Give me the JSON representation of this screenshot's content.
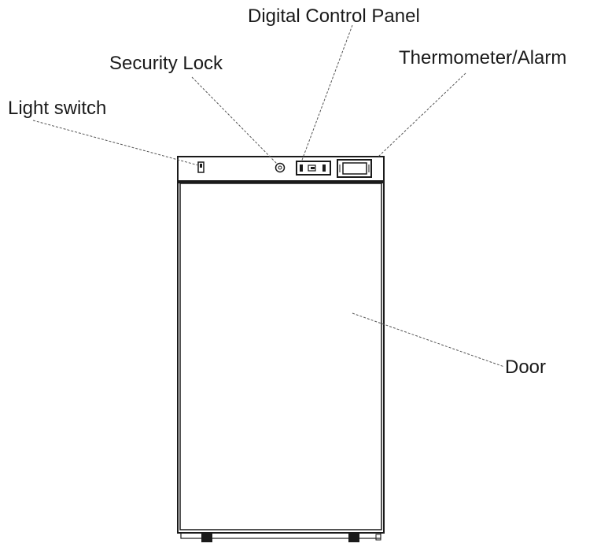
{
  "labels": {
    "digital_control_panel": "Digital Control Panel",
    "security_lock": "Security Lock",
    "thermometer_alarm": "Thermometer/Alarm",
    "light_switch": "Light switch",
    "door": "Door"
  },
  "colors": {
    "line": "#1a1a1a",
    "leader": "#555555",
    "background": "#ffffff"
  }
}
